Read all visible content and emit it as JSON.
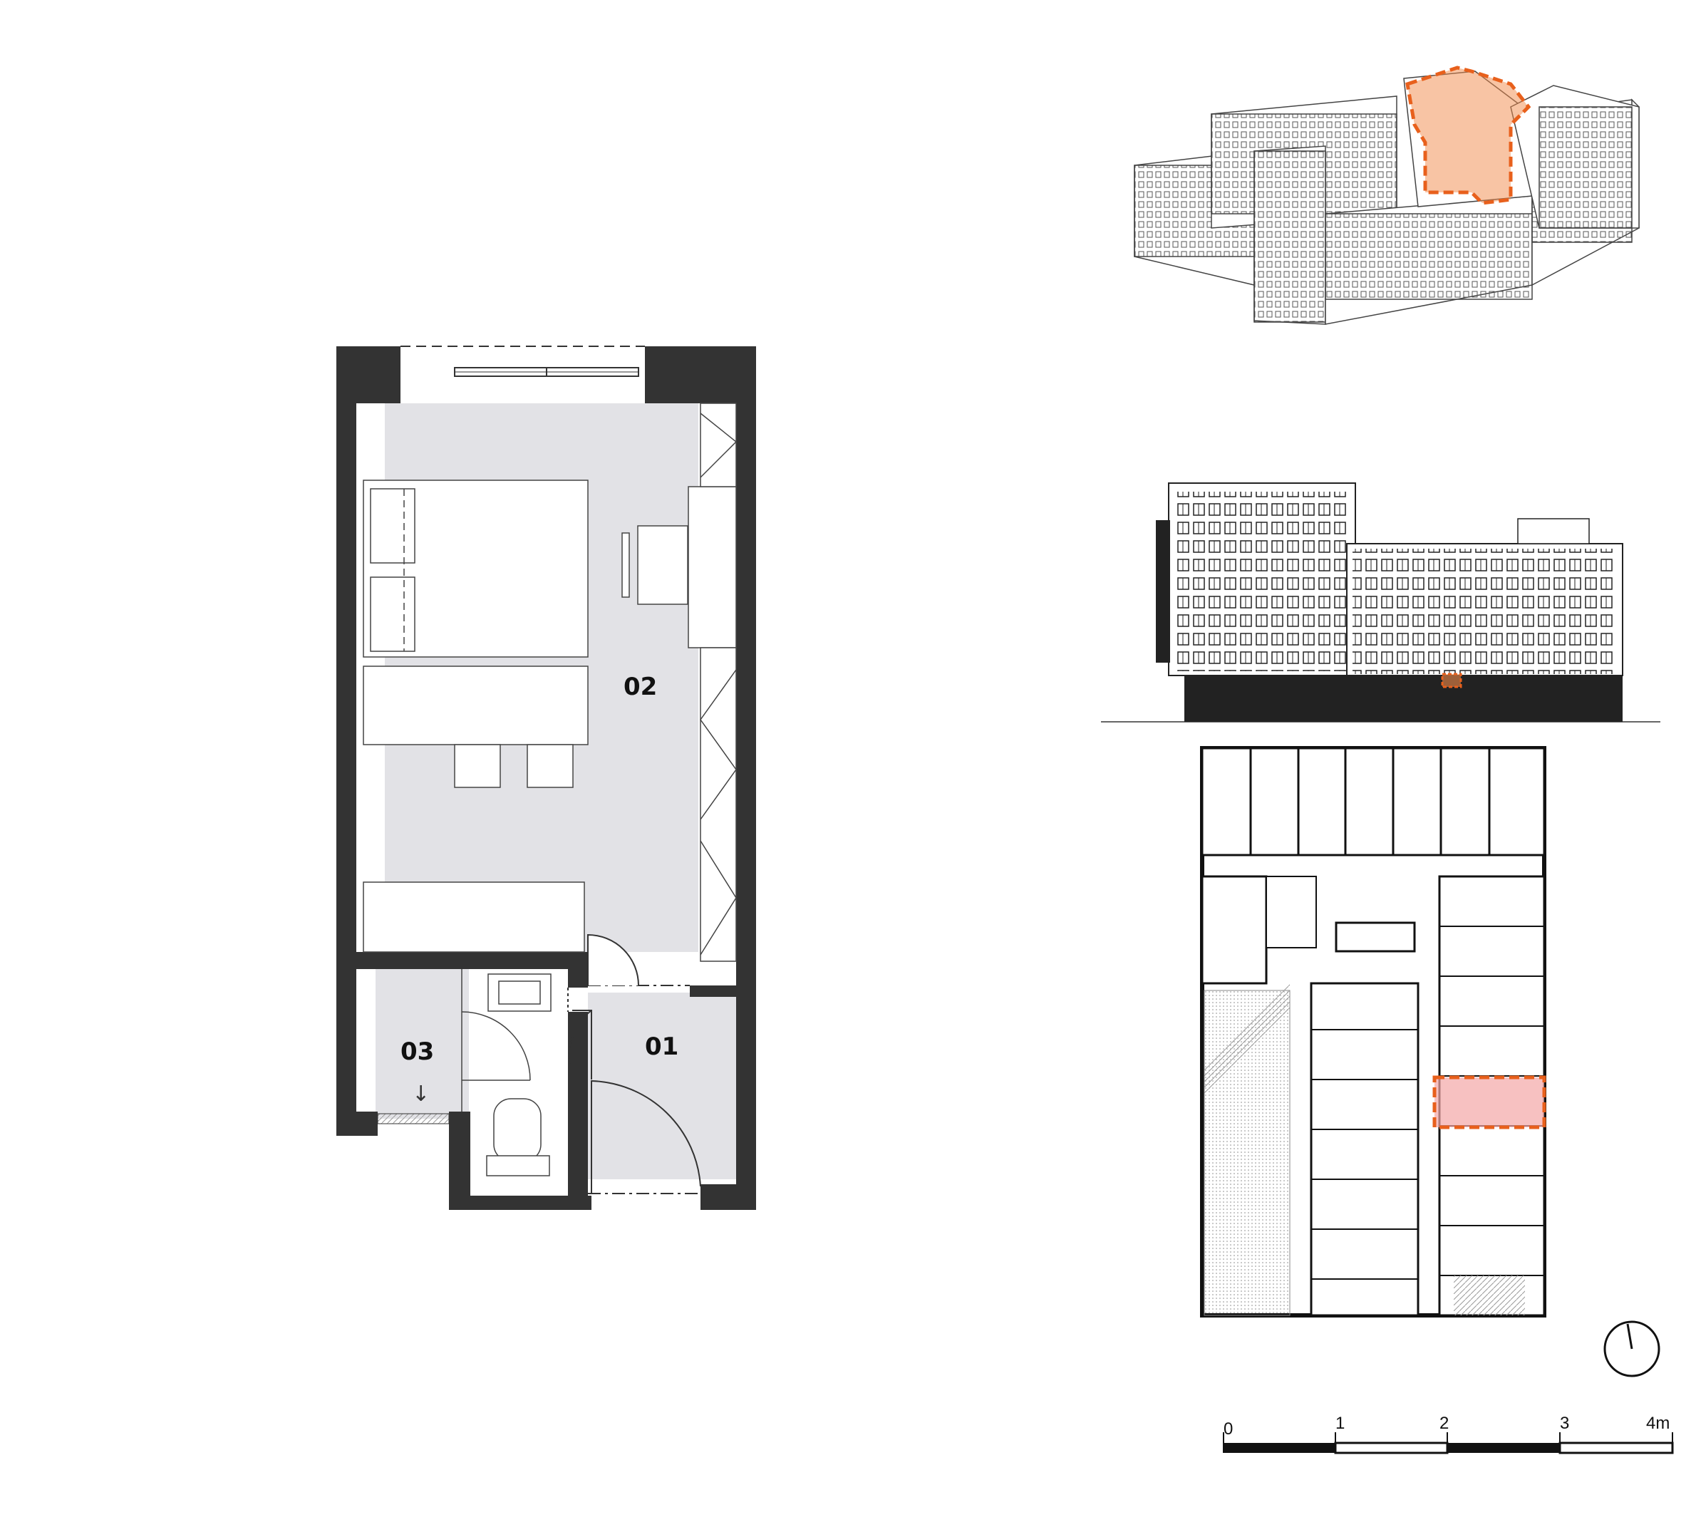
{
  "plan": {
    "rooms": [
      {
        "id": "hall",
        "label": "01"
      },
      {
        "id": "living",
        "label": "02"
      },
      {
        "id": "bathroom",
        "label": "03"
      }
    ],
    "bathroom_arrow": "↓"
  },
  "location_views": [
    {
      "type": "axonometric"
    },
    {
      "type": "elevation"
    },
    {
      "type": "floor-plan"
    }
  ],
  "scale_bar": {
    "ticks": [
      "0",
      "1",
      "2",
      "3",
      "4m"
    ]
  },
  "colors": {
    "wall": "#333333",
    "floor": "#e2e2e6",
    "highlight_axo": "#f28a4a",
    "highlight_plan": "#f4a6a6",
    "highlight_stroke": "#e8601c"
  }
}
